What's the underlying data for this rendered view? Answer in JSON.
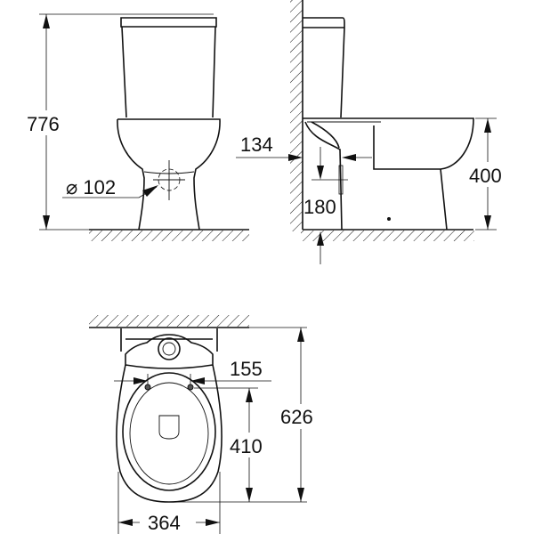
{
  "views": {
    "front": {
      "height_label": "776",
      "outlet_diameter_label": "⌀ 102"
    },
    "side": {
      "wall_to_outlet_label": "134",
      "outlet_height_label": "180",
      "seat_height_label": "400"
    },
    "top": {
      "bolt_spacing_label": "155",
      "bolt_to_front_label": "410",
      "depth_label": "626",
      "width_label": "364"
    }
  },
  "colors": {
    "line": "#111111",
    "background": "#ffffff"
  }
}
